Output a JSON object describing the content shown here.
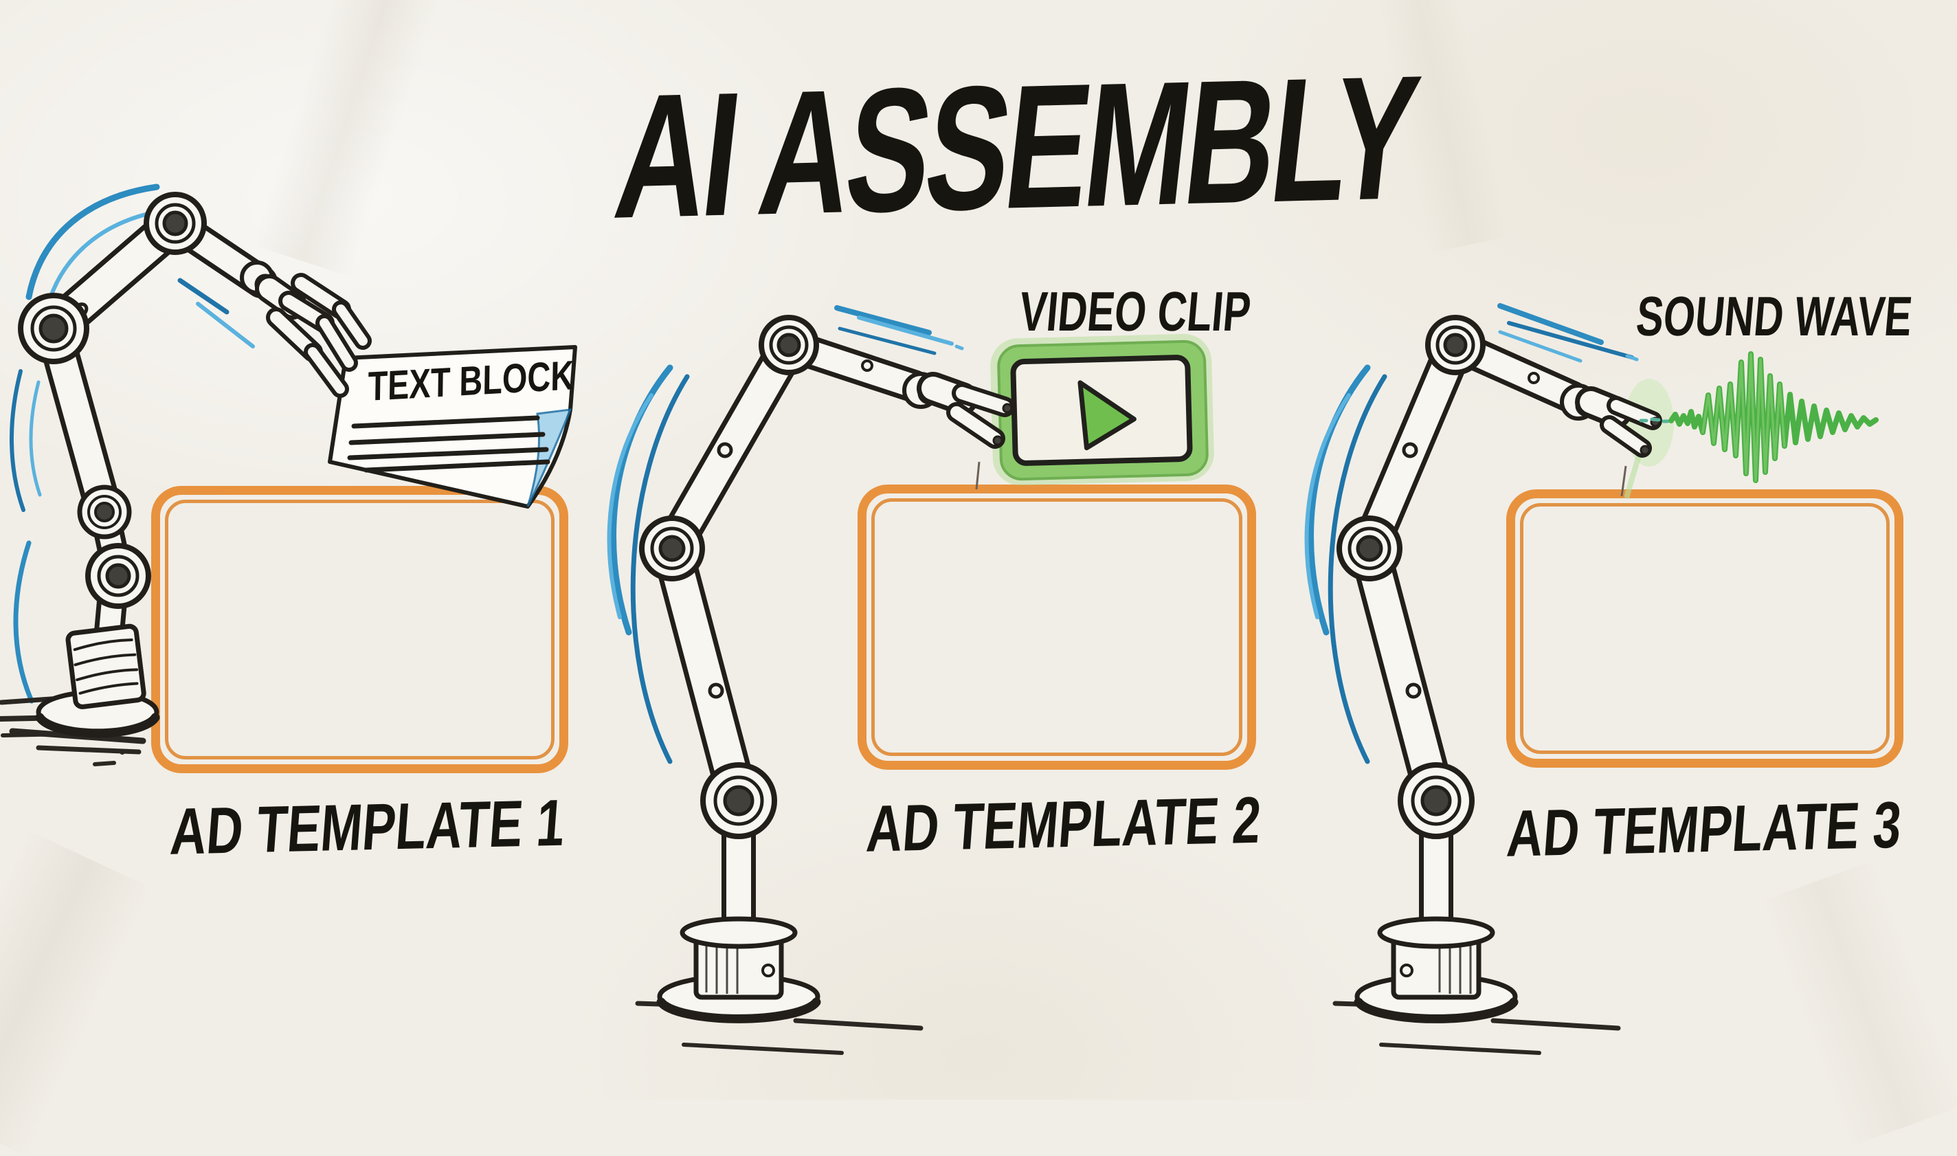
{
  "title": "AI ASSEMBLY",
  "panels": [
    {
      "id": 1,
      "robot": "robot-arm-1",
      "asset": {
        "type": "text-block",
        "label": "TEXT BLOCK",
        "ruled_lines": 4
      },
      "template": {
        "label": "AD TEMPLATE 1"
      }
    },
    {
      "id": 2,
      "robot": "robot-arm-2",
      "asset": {
        "type": "video-clip",
        "label": "VIDEO CLIP",
        "icon": "play-icon"
      },
      "template": {
        "label": "AD TEMPLATE 2"
      }
    },
    {
      "id": 3,
      "robot": "robot-arm-3",
      "asset": {
        "type": "sound-wave",
        "label": "SOUND WAVE",
        "icon": "waveform-icon"
      },
      "template": {
        "label": "AD TEMPLATE 3"
      }
    }
  ],
  "icons": {
    "play": "play-icon",
    "waveform": "waveform-icon",
    "ruled_lines": "ruled-lines-icon"
  },
  "style": {
    "colors": {
      "paper": "#f1eee7",
      "ink": "#221f1a",
      "template_orange": "#e8923e",
      "wave_green": "#4bb146",
      "clip_green": "#8cc96b",
      "motion_blue": "#2d8cc0"
    }
  }
}
